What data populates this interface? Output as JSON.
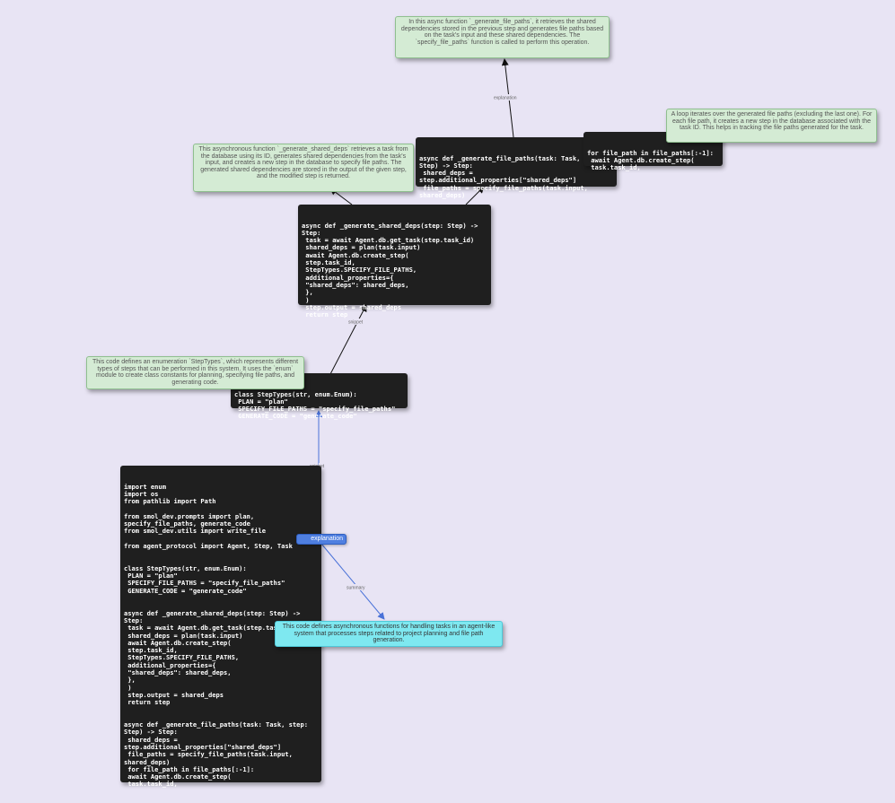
{
  "nodes": {
    "main_code": {
      "text": "import enum\nimport os\nfrom pathlib import Path\n\nfrom smol_dev.prompts import plan,\nspecify_file_paths, generate_code\nfrom smol_dev.utils import write_file\n\nfrom agent_protocol import Agent, Step, Task\n\n\nclass StepTypes(str, enum.Enum):\n PLAN = \"plan\"\n SPECIFY_FILE_PATHS = \"specify_file_paths\"\n GENERATE_CODE = \"generate_code\"\n\n\nasync def _generate_shared_deps(step: Step) ->\nStep:\n task = await Agent.db.get_task(step.task_id)\n shared_deps = plan(task.input)\n await Agent.db.create_step(\n step.task_id,\n StepTypes.SPECIFY_FILE_PATHS,\n additional_properties={\n \"shared_deps\": shared_deps,\n },\n )\n step.output = shared_deps\n return step\n\n\nasync def _generate_file_paths(task: Task, step:\nStep) -> Step:\n shared_deps =\nstep.additional_properties[\"shared_deps\"]\n file_paths = specify_file_paths(task.input,\nshared_deps)\n for file_path in file_paths[:-1]:\n await Agent.db.create_step(\n task.task_id,"
    },
    "summary": {
      "text": "This code defines asynchronous functions for handling tasks in an agent-like system that processes steps related to project planning and file path generation."
    },
    "explanation_tag": {
      "text": "explanation"
    },
    "enum_code": {
      "text": "class StepTypes(str, enum.Enum):\n PLAN = \"plan\"\n SPECIFY_FILE_PATHS = \"specify_file_paths\"\n GENERATE_CODE = \"generate_code\""
    },
    "enum_note": {
      "text": "This code defines an enumeration `StepTypes`, which represents different types of steps that can be performed in this system. It uses the `enum` module to create class constants for planning, specifying file paths, and generating code."
    },
    "shared_deps_code": {
      "text": "async def _generate_shared_deps(step: Step) ->\nStep:\n task = await Agent.db.get_task(step.task_id)\n shared_deps = plan(task.input)\n await Agent.db.create_step(\n step.task_id,\n StepTypes.SPECIFY_FILE_PATHS,\n additional_properties={\n \"shared_deps\": shared_deps,\n },\n )\n step.output = shared_deps\n return step"
    },
    "shared_deps_note": {
      "text": "This asynchronous function `_generate_shared_deps` retrieves a task from the database using its ID, generates shared dependencies from the task's input, and creates a new step in the database to specify file paths. The generated shared dependencies are stored in the output of the given step, and the modified step is returned."
    },
    "file_paths_code": {
      "text": "async def _generate_file_paths(task: Task,\nStep) -> Step:\n shared_deps =\nstep.additional_properties[\"shared_deps\"]\n file_paths = specify_file_paths(task.input,\nshared_deps)"
    },
    "file_paths_note": {
      "text": "In this async function `_generate_file_paths`, it retrieves the shared dependencies stored in the previous step and generates file paths based on the task's input and these shared dependencies. The `specify_file_paths` function is called to perform this operation."
    },
    "loop_code": {
      "text": "for file_path in file_paths[:-1]:\n await Agent.db.create_step(\n task.task_id,"
    },
    "loop_note": {
      "text": "A loop iterates over the generated file paths (excluding the last one). For each file path, it creates a new step in the database associated with the task ID. This helps in tracking the file paths generated for the task."
    }
  },
  "edge_labels": {
    "summary": "summary",
    "snippet_main": "snippet",
    "snippet_upper": "snippet",
    "explanation_upper": "explanation",
    "explanation_loop": "explanation"
  },
  "colors": {
    "background": "#e8e4f4",
    "code_bg": "#1f1f1f",
    "note_bg": "#d4ebd4",
    "summary_bg": "#7ee8f0",
    "tag_bg": "#4f7fe0",
    "edge_blue": "#4a72d8",
    "edge_dark": "#111111"
  }
}
